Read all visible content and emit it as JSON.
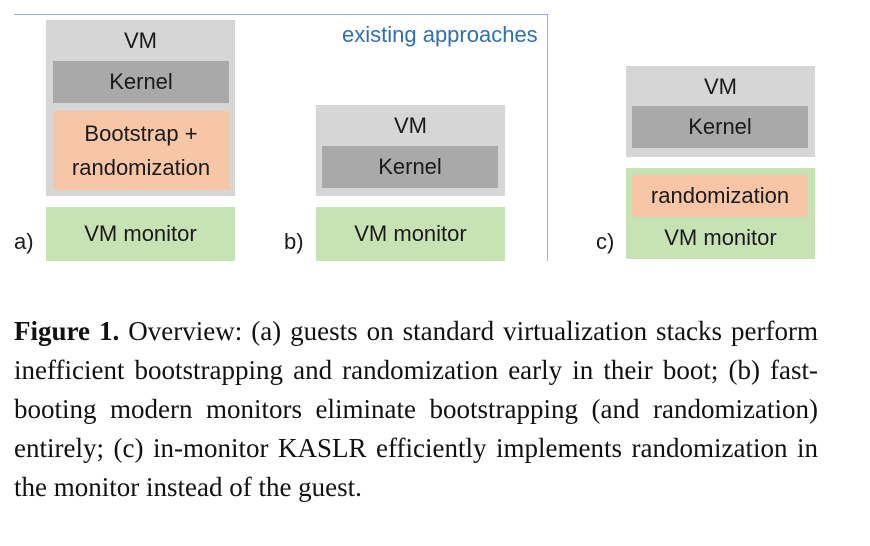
{
  "diagram": {
    "existing_label": "existing approaches",
    "a": {
      "label": "a)",
      "vm": "VM",
      "kernel": "Kernel",
      "bootstrap_line1": "Bootstrap +",
      "bootstrap_line2": "randomization",
      "monitor": "VM monitor"
    },
    "b": {
      "label": "b)",
      "vm": "VM",
      "kernel": "Kernel",
      "monitor": "VM monitor"
    },
    "c": {
      "label": "c)",
      "vm": "VM",
      "kernel": "Kernel",
      "randomization": "randomization",
      "monitor": "VM monitor"
    }
  },
  "caption": {
    "figure_label": "Figure 1.",
    "text": " Overview: (a) guests on standard virtualization stacks perform inefficient bootstrapping and randomization early in their boot; (b) fast-booting modern monitors eliminate bootstrapping (and randomization) entirely; (c) in-monitor KASLR efficiently implements randomization in the monitor instead of the guest."
  }
}
